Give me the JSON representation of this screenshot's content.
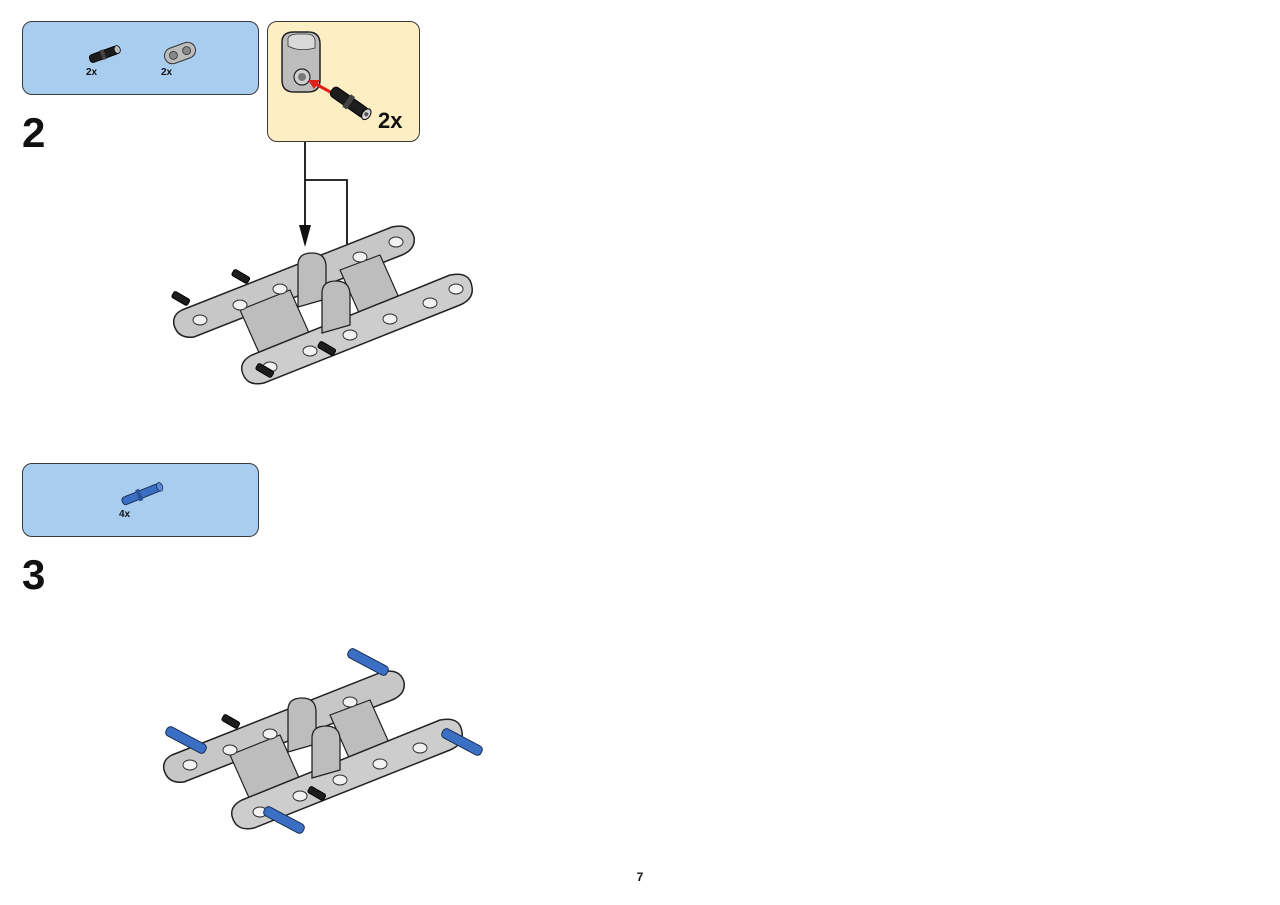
{
  "step2": {
    "number": "2",
    "parts": [
      {
        "name": "black-pin",
        "qty": "2x"
      },
      {
        "name": "axle-pin-connector",
        "qty": "2x"
      }
    ],
    "subassembly_qty": "2x"
  },
  "step3": {
    "number": "3",
    "parts": [
      {
        "name": "blue-axle-pin",
        "qty": "4x"
      }
    ]
  },
  "page_number": "7",
  "colors": {
    "parts_callout": "#a9cdef",
    "subassembly_callout": "#fdeec4",
    "beam_gray": "#c7c7c7",
    "pin_blue": "#3a6fc4",
    "arrow_red": "#e0201b"
  }
}
